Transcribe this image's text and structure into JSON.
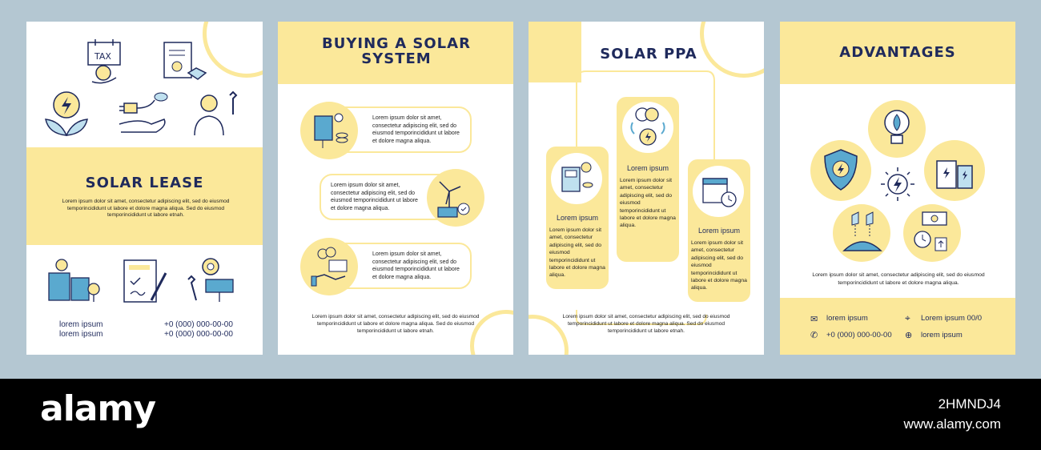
{
  "page1": {
    "title": "SOLAR LEASE",
    "body": "Lorem ipsum dolor sit amet, consectetur adipiscing elit, sed do eiusmod temporincididunt ut labore et dolore magna aliqua. Sed do eiusmod temporincididunt ut labore etnah.",
    "contact_left_1": "lorem ipsum",
    "contact_left_2": "lorem ipsum",
    "contact_right_1": "+0 (000) 000-00-00",
    "contact_right_2": "+0 (000) 000-00-00",
    "tax_label": "TAX"
  },
  "page2": {
    "title": "BUYING A SOLAR SYSTEM",
    "box1": "Lorem ipsum dolor sit amet, consectetur adipiscing elit, sed do eiusmod temporincididunt ut labore et dolore magna aliqua.",
    "box2": "Lorem ipsum dolor sit amet, consectetur adipiscing elit, sed do eiusmod temporincididunt ut labore et dolore magna aliqua.",
    "box3": "Lorem ipsum dolor sit amet, consectetur adipiscing elit, sed do eiusmod temporincididunt ut labore et dolore magna aliqua.",
    "footer": "Lorem ipsum dolor sit amet, consectetur adipiscing elit, sed do eiusmod temporincididunt ut labore et dolore magna aliqua. Sed do eiusmod temporincididunt ut labore etnah."
  },
  "page3": {
    "title": "SOLAR PPA",
    "col1_head": "Lorem ipsum",
    "col1_body": "Lorem ipsum dolor sit amet, consectetur adipiscing elit, sed do eiusmod temporincididunt ut labore et dolore magna aliqua.",
    "col2_head": "Lorem ipsum",
    "col2_body": "Lorem ipsum dolor sit amet, consectetur adipiscing elit, sed do eiusmod temporincididunt ut labore et dolore magna aliqua.",
    "col3_head": "Lorem ipsum",
    "col3_body": "Lorem ipsum dolor sit amet, consectetur adipiscing elit, sed do eiusmod temporincididunt ut labore et dolore magna aliqua.",
    "footer": "Lorem ipsum dolor sit amet, consectetur adipiscing elit, sed do eiusmod temporincididunt ut labore et dolore magna aliqua. Sed do eiusmod temporincididunt ut labore etnah."
  },
  "page4": {
    "title": "ADVANTAGES",
    "body": "Lorem ipsum dolor sit amet, consectetur adipiscing elit, sed do eiusmod temporincididunt ut labore et dolore magna aliqua.",
    "contact_email": "lorem ipsum",
    "contact_location": "Lorem ipsum 00/0",
    "contact_phone": "+0 (000) 000-00-00",
    "contact_web": "lorem ipsum"
  },
  "watermark": {
    "brand": "alamy",
    "code": "2HMNDJ4",
    "site": "www.alamy.com"
  },
  "colors": {
    "yellow": "#fbe89a",
    "navy": "#1f2a5c",
    "blue": "#5aa9cf",
    "background": "#b4c7d2"
  }
}
